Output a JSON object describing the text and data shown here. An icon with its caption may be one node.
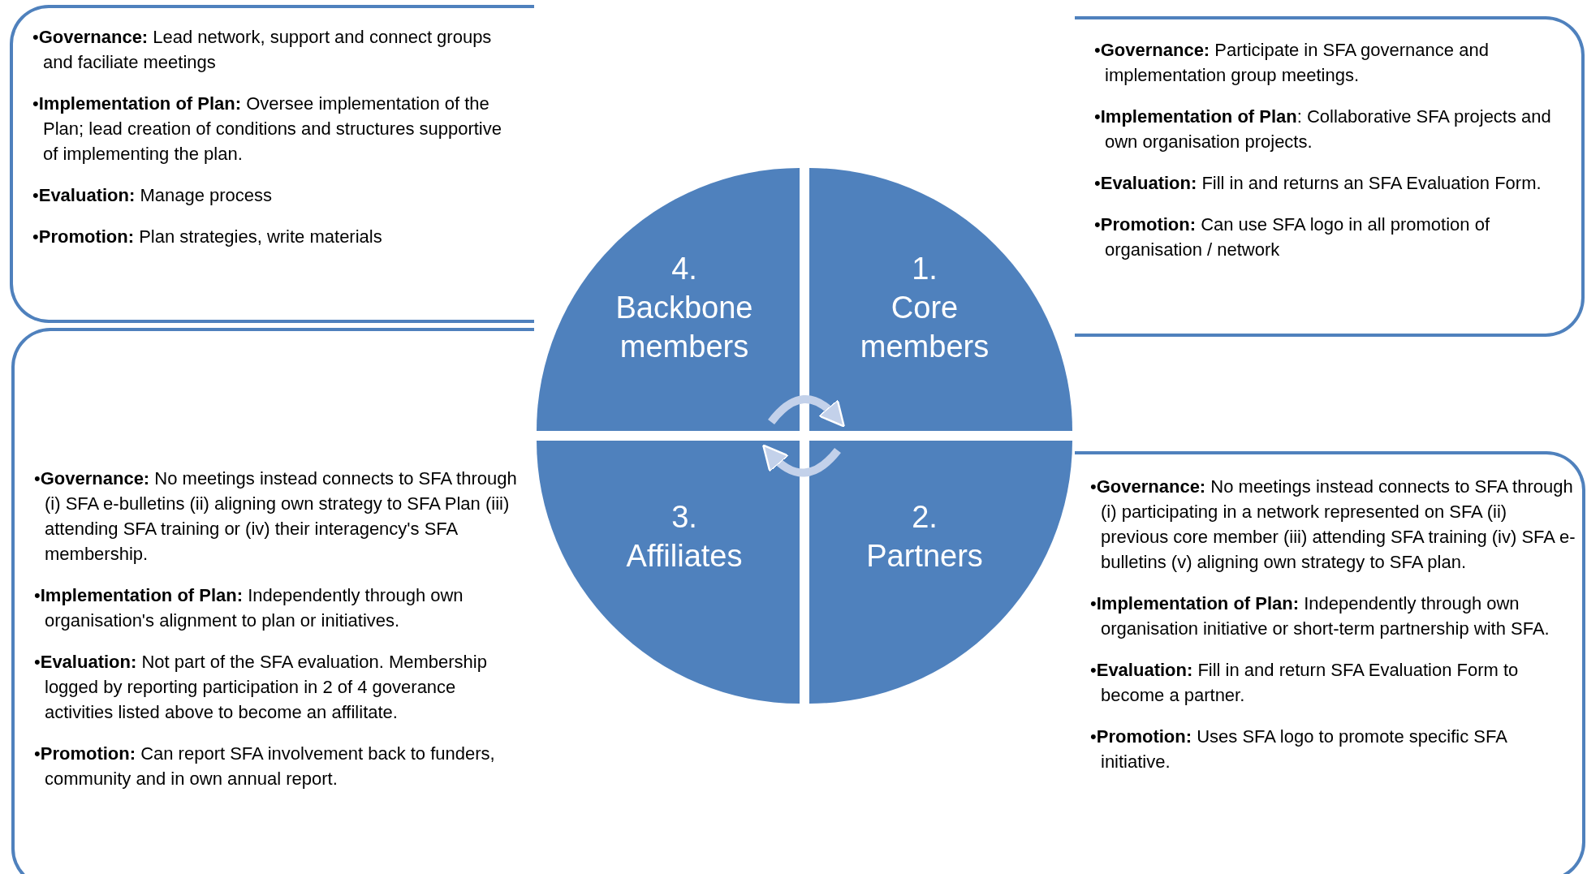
{
  "diagram": {
    "nodes": [
      {
        "text": [
          "•**Governance:** Lead network, support and connect groups and faciliate meetings",
          "•**Implementation of Plan:** Oversee implementation of the Plan; lead creation of conditions and structures supportive of implementing the plan.",
          "•**Evaluation:** Manage process",
          "•**Promotion:** Plan strategies, write materials"
        ]
      },
      {
        "text": [
          "•**Governance:** Participate in SFA governance and implementation group meetings.",
          "•**Implementation of Plan**: Collaborative SFA projects and own organisation projects.",
          "•**Evaluation:** Fill in and returns an SFA Evaluation Form.",
          "•**Promotion:** Can use SFA logo in all promotion of organisation / network"
        ]
      },
      {
        "text": [
          "4.",
          "Backbone members"
        ]
      },
      {
        "text": [
          "1.",
          "Core members"
        ]
      },
      {
        "text": [
          "3.",
          "Affiliates"
        ]
      },
      {
        "text": [
          "2.",
          "Partners"
        ]
      },
      {
        "text": [
          "•**Governance:** No meetings instead connects to SFA through (i) SFA e-bulletins (ii) aligning own strategy to SFA Plan (iii) attending SFA training or (iv) their interagency's SFA membership.",
          "•**Implementation of Plan:** Independently through own organisation's alignment to plan or initiatives.",
          "•**Evaluation:** Not part of the SFA evaluation. Membership logged by reporting participation in 2 of 4 goverance activities listed above to become an affilitate.",
          "•**Promotion:** Can report SFA involvement back to funders, community and in own annual report."
        ]
      },
      {
        "text": [
          "•**Governance:** No meetings instead connects to SFA through (i) participating in a network represented on SFA (ii) previous core member (iii) attending SFA training (iv) SFA e-bulletins (v) aligning own strategy to SFA plan.",
          "•**Implementation of Plan:** Independently through own organisation initiative or short-term partnership with SFA.",
          "•**Evaluation:** Fill in and return SFA Evaluation Form to become a partner.",
          "•**Promotion:** Uses SFA logo to promote specific SFA initiative."
        ]
      }
    ],
    "edges": [
      {
        "from": 2,
        "to": 3,
        "arrow": "to"
      },
      {
        "from": 5,
        "to": 4,
        "arrow": "to"
      }
    ]
  }
}
